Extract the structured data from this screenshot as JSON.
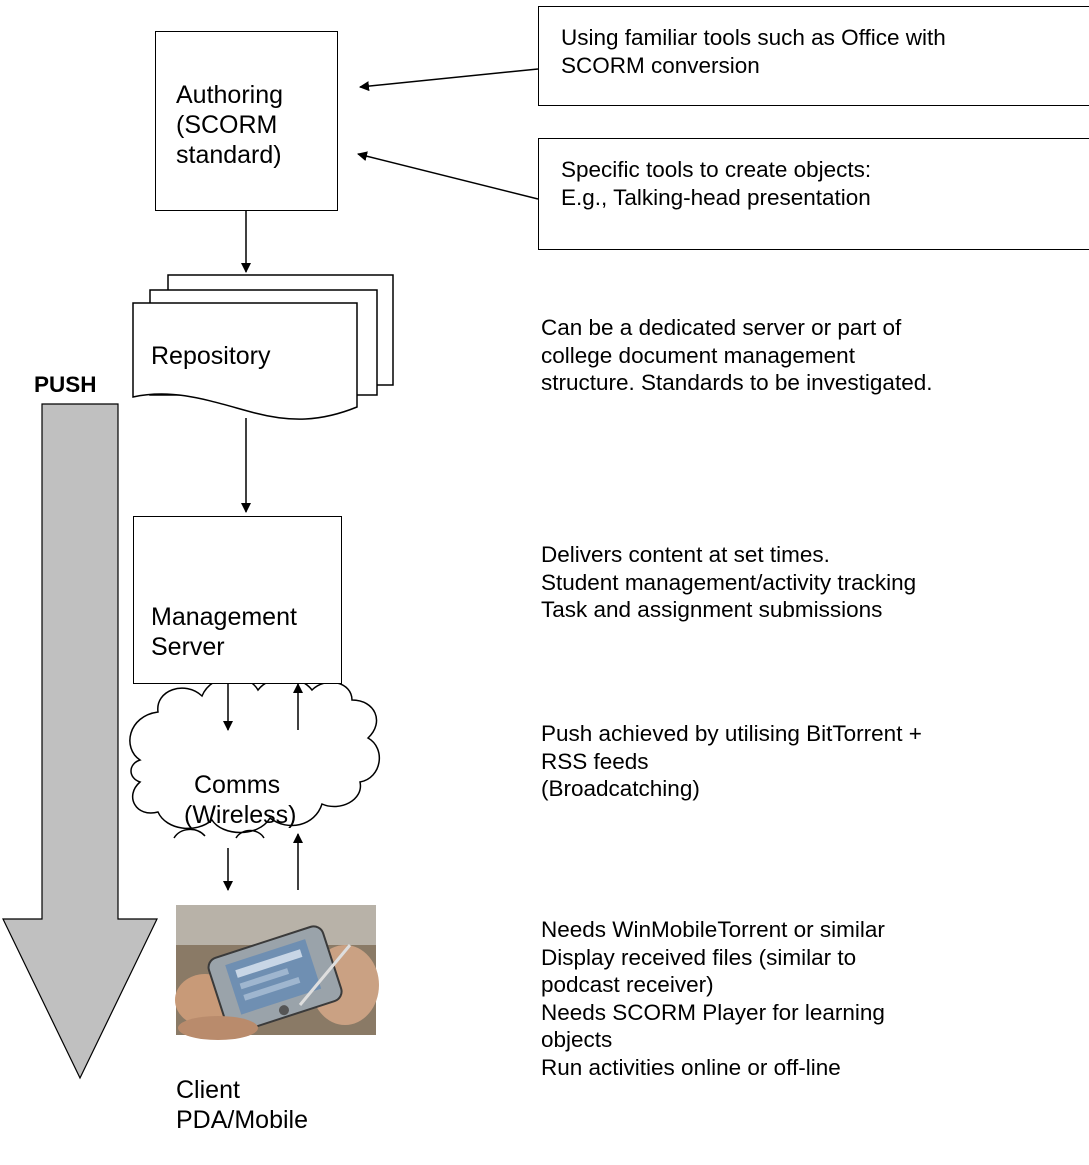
{
  "push_label": "PUSH",
  "nodes": {
    "authoring": [
      "Authoring",
      "(SCORM",
      "standard)"
    ],
    "repository": "Repository",
    "management": [
      "Management",
      "Server"
    ],
    "comms": [
      "Comms",
      "(Wireless)"
    ],
    "client": [
      "Client",
      "PDA/Mobile"
    ]
  },
  "tool_notes": {
    "familiar": [
      "Using familiar tools such as Office with",
      "SCORM conversion"
    ],
    "specific": [
      "Specific tools to create objects:",
      "E.g., Talking-head presentation"
    ]
  },
  "notes": {
    "repository": [
      "Can be a dedicated server or part of",
      "college document management",
      "structure. Standards to be investigated."
    ],
    "management": [
      "Delivers content at set times.",
      "Student management/activity tracking",
      "Task and assignment submissions"
    ],
    "comms": [
      "Push achieved by utilising BitTorrent +",
      "RSS feeds",
      "(Broadcatching)"
    ],
    "client": [
      "Needs WinMobileTorrent or similar",
      "Display received files (similar to",
      "podcast receiver)",
      "Needs SCORM Player for learning",
      "objects",
      "Run activities online or off-line"
    ]
  },
  "colors": {
    "push_arrow_fill": "#c0c0c0",
    "line": "#000000",
    "background": "#ffffff"
  },
  "icons": {
    "client_photo": "pda-photo-icon",
    "comms_shape": "cloud-icon"
  }
}
